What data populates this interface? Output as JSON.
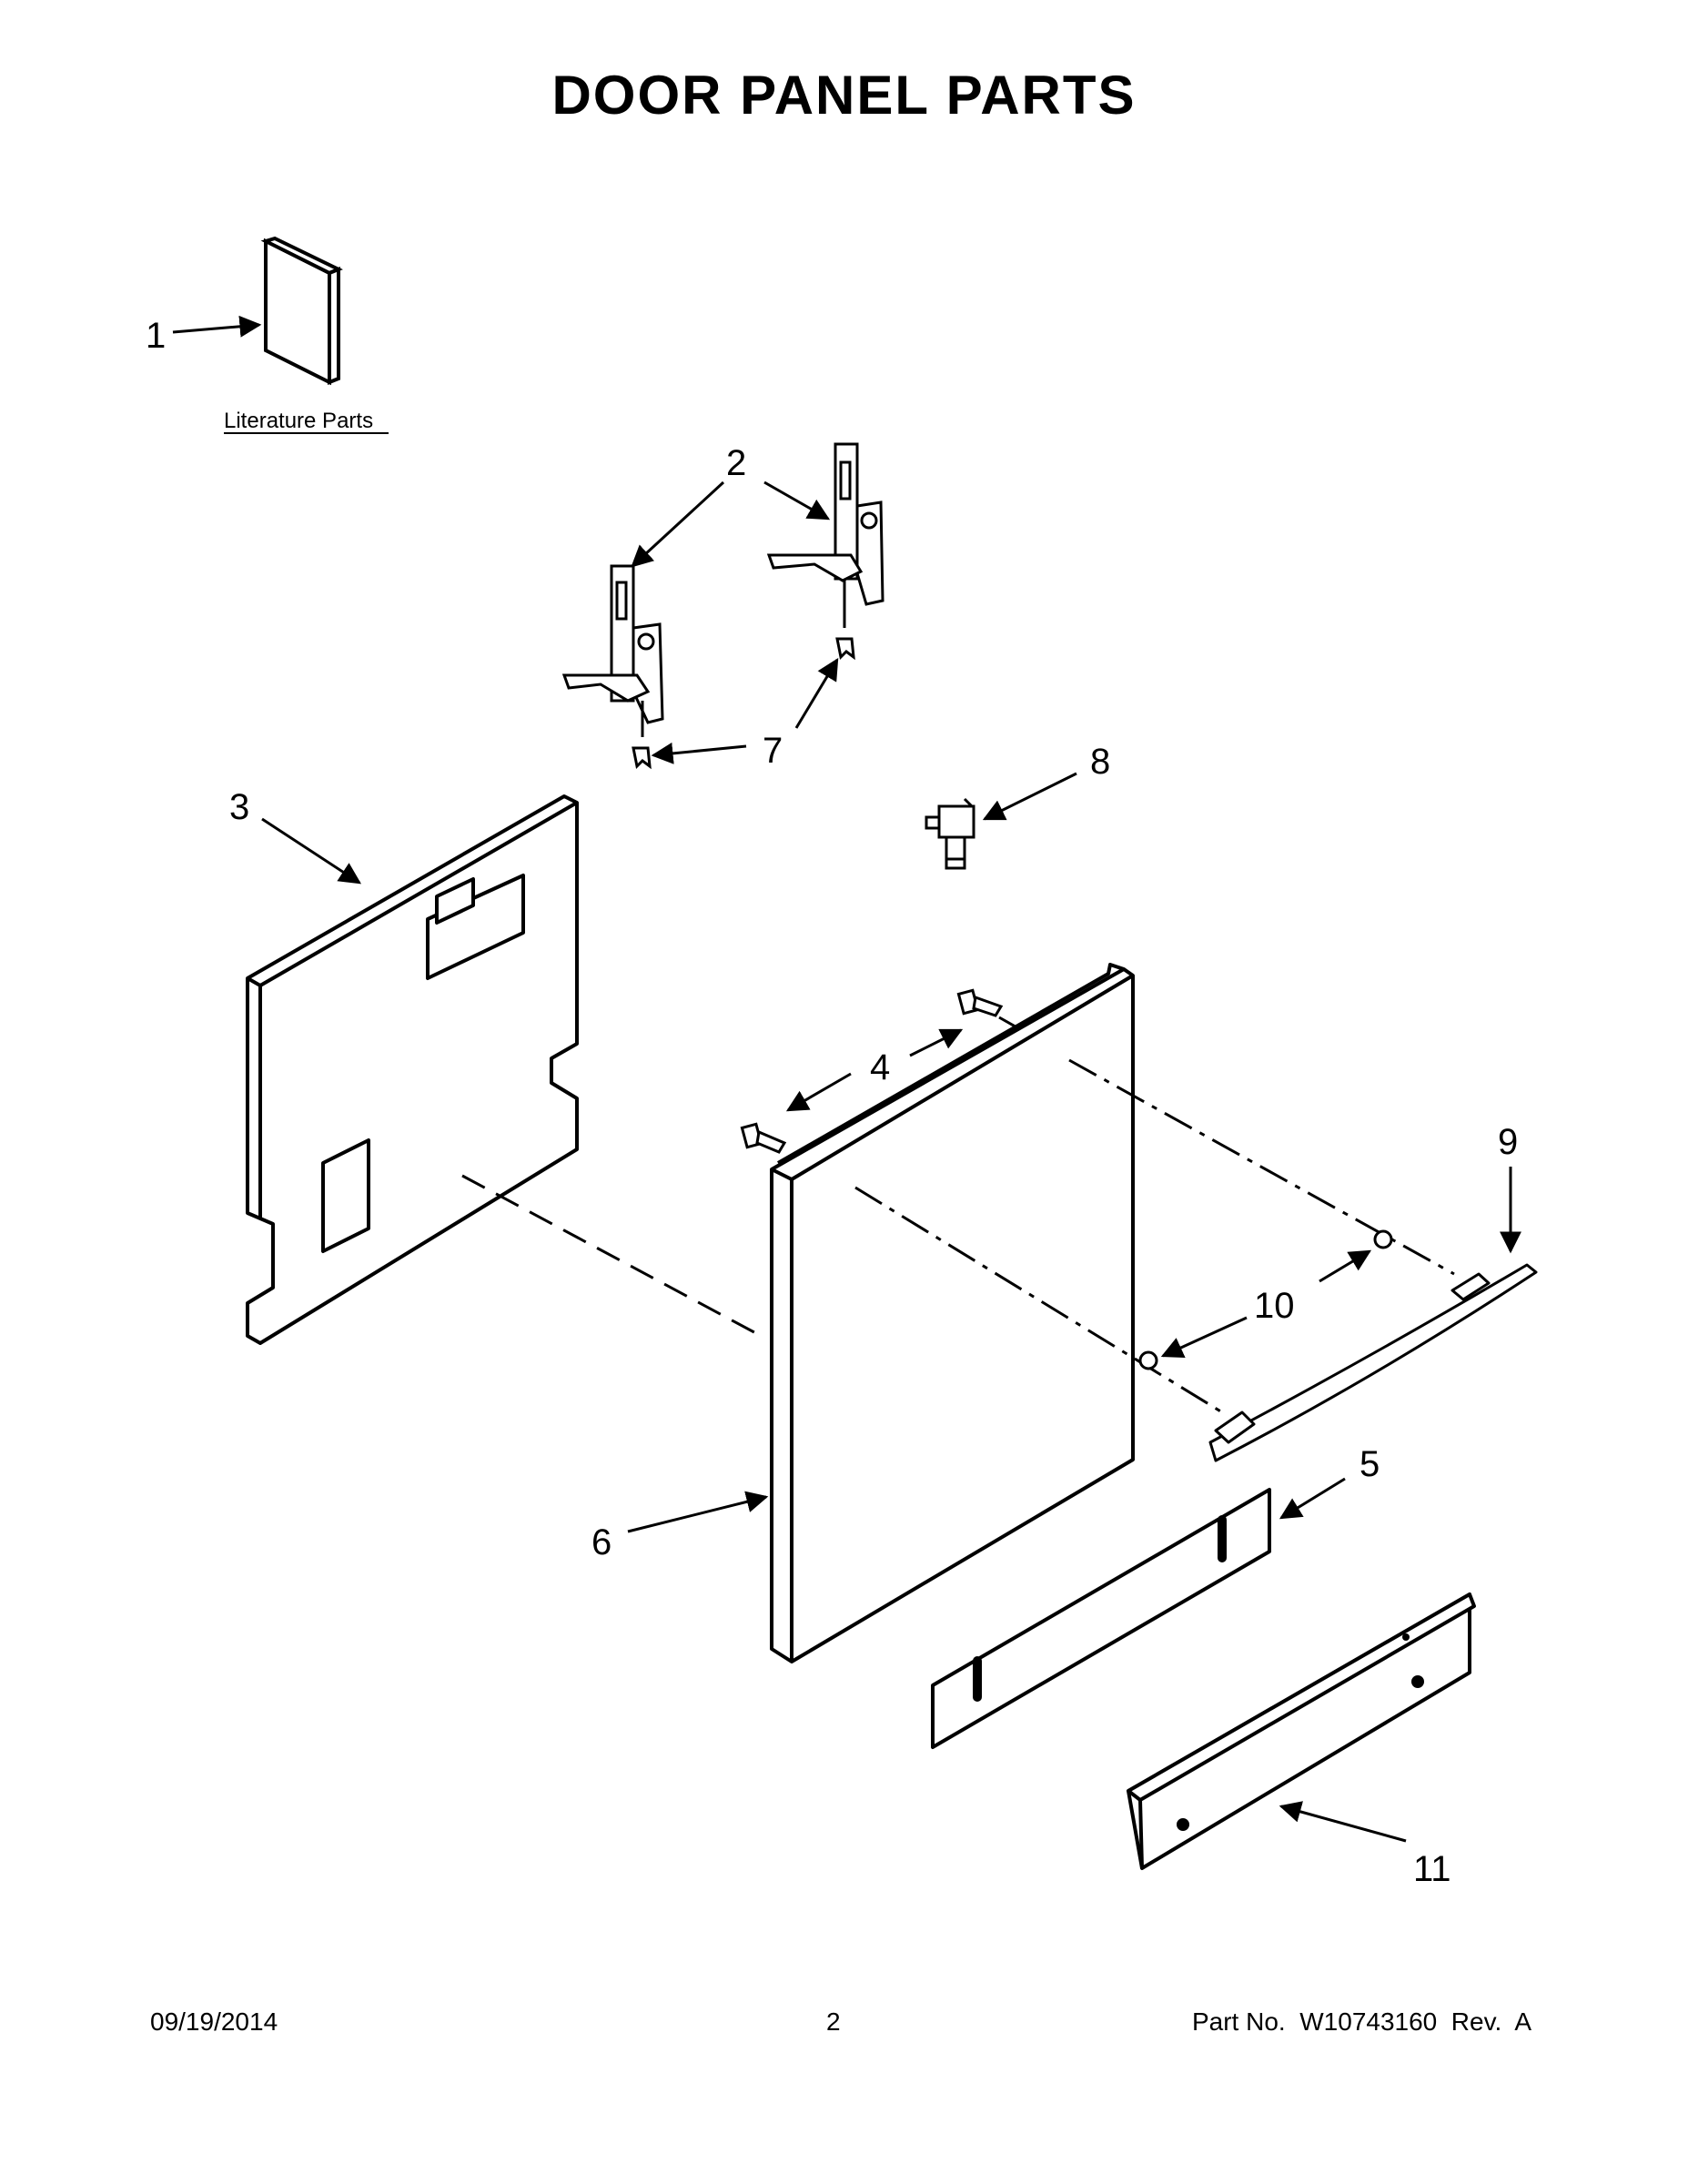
{
  "title": "DOOR PANEL PARTS",
  "literature_label": "Literature Parts",
  "callouts": {
    "c1": "1",
    "c2": "2",
    "c3": "3",
    "c4": "4",
    "c5": "5",
    "c6": "6",
    "c7": "7",
    "c8": "8",
    "c9": "9",
    "c10": "10",
    "c11": "11"
  },
  "footer": {
    "date": "09/19/2014",
    "page": "2",
    "part": "Part No.  W10743160  Rev.  A"
  }
}
